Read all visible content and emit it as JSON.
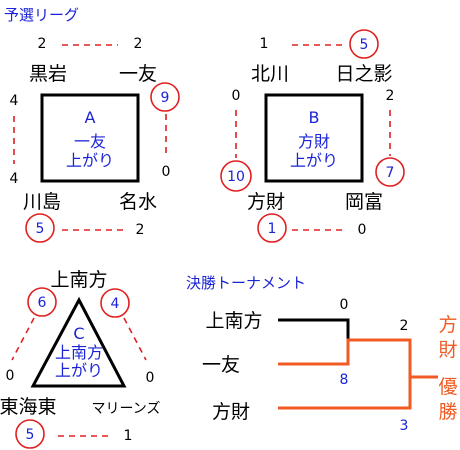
{
  "title_prelim": "予選リーグ",
  "title_final": "決勝トーナメント",
  "group_a": {
    "label": "A",
    "winner": "一友\n上がり",
    "teams": {
      "top_left": "黒岩",
      "top_right": "一友",
      "bottom_left": "川島",
      "bottom_right": "名水"
    },
    "scores": {
      "top_left": "2",
      "top_right": "2",
      "right_top": "9",
      "right_bottom": "0",
      "left_top": "4",
      "left_bottom": "4",
      "bottom_left": "5",
      "bottom_right": "2"
    }
  },
  "group_b": {
    "label": "B",
    "winner": "方財\n上がり",
    "teams": {
      "top_left": "北川",
      "top_right": "日之影",
      "bottom_left": "方財",
      "bottom_right": "岡富"
    },
    "scores": {
      "top_left": "1",
      "top_right": "5",
      "left": "0",
      "left_bottom": "10",
      "right_top": "2",
      "right_bottom": "7",
      "bottom_left": "1",
      "bottom_right": "0"
    }
  },
  "group_c": {
    "label": "C",
    "winner": "上南方\n上がり",
    "teams": {
      "top": "上南方",
      "bottom_left": "東海東",
      "bottom_right": "マリーンズ"
    },
    "scores": {
      "top_left": "6",
      "top_right": "4",
      "left": "0",
      "right": "0",
      "bottom_left": "5",
      "bottom_right": "1"
    }
  },
  "final": {
    "teams": [
      "上南方",
      "一友",
      "方財"
    ],
    "scores": {
      "semi_top": "0",
      "semi_bottom": "8",
      "final_top": "2",
      "final_bottom": "3"
    },
    "champion": "方財",
    "champion_label": "優勝"
  },
  "colors": {
    "title": "#1a23d6",
    "circle": "#e02020",
    "winner_line": "#f15a22",
    "loser_line": "#000000"
  }
}
